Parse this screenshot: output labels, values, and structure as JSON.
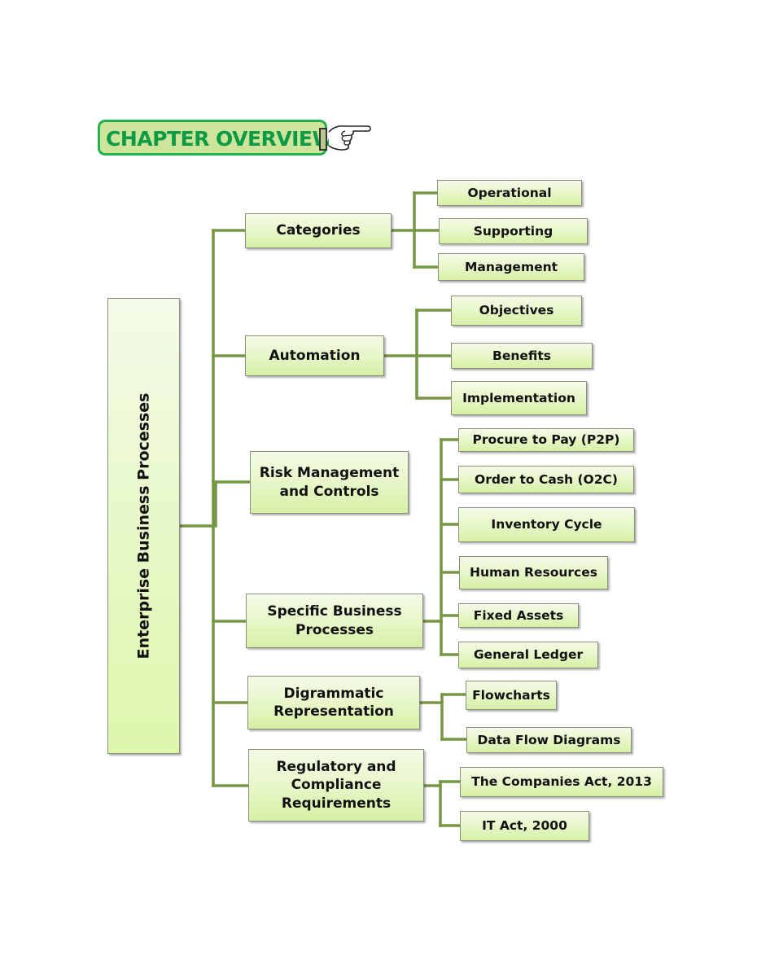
{
  "header": {
    "title": "CHAPTER OVERVIEW",
    "pointer_icon": "pointing-hand-icon"
  },
  "diagram": {
    "root": "Enterprise Business Processes",
    "branches": [
      {
        "label": "Categories",
        "children": [
          "Operational",
          "Supporting",
          "Management"
        ]
      },
      {
        "label": "Automation",
        "children": [
          "Objectives",
          "Benefits",
          "Implementation"
        ]
      },
      {
        "label": "Risk Management and Controls",
        "children": []
      },
      {
        "label": "Specific Business Processes",
        "children": [
          "Procure to Pay (P2P)",
          "Order to Cash (O2C)",
          "Inventory Cycle",
          "Human Resources",
          "Fixed Assets",
          "General Ledger"
        ]
      },
      {
        "label": "Digrammatic Representation",
        "children": [
          "Flowcharts",
          "Data Flow Diagrams"
        ]
      },
      {
        "label": "Regulatory and Compliance Requirements",
        "children": [
          "The Companies Act, 2013",
          "IT Act, 2000"
        ]
      }
    ]
  },
  "colors": {
    "title_text": "#0c9a44",
    "title_border": "#22b14c",
    "title_fill": "#cde59b",
    "connector": "#779643",
    "box_fill_top": "#f4fbe7",
    "box_fill_bottom": "#d6f0a4"
  }
}
